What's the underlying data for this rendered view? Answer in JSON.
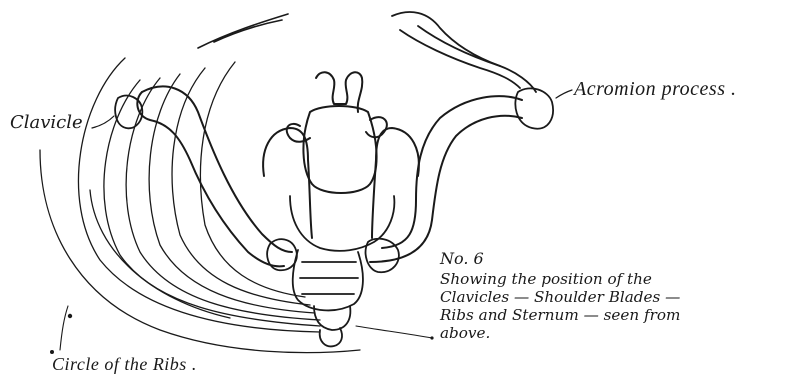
{
  "labels": {
    "clavicle": "Clavicle",
    "acromion": "Acromion process .",
    "circle_of_ribs": "Circle of the Ribs ."
  },
  "caption": {
    "number": "No. 6",
    "lines": [
      "Showing the position of the",
      "Clavicles — Shoulder Blades —",
      "Ribs and Sternum — seen from",
      "above."
    ]
  },
  "colors": {
    "ink": "#1a1a1a",
    "paper": "#ffffff"
  }
}
